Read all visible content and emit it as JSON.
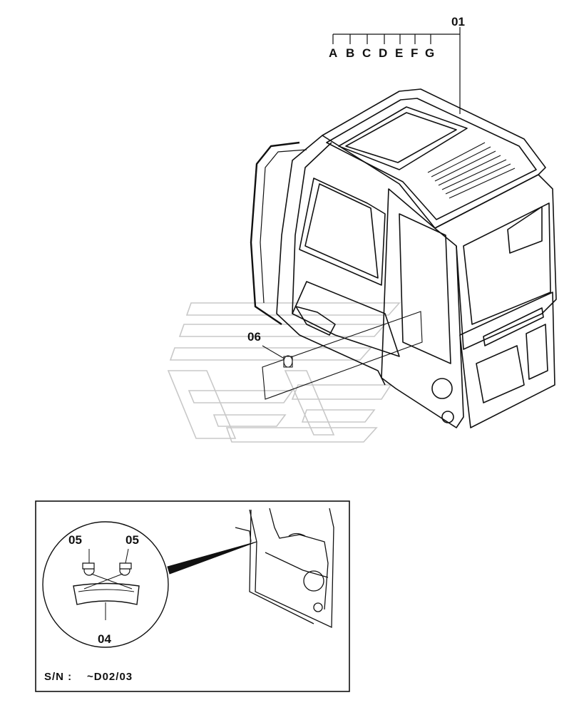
{
  "callouts": {
    "main_assembly": "01",
    "variants": [
      "A",
      "B",
      "C",
      "D",
      "E",
      "F",
      "G"
    ],
    "door_part": "06",
    "handle": "04",
    "bolt_left": "05",
    "bolt_right": "05"
  },
  "detail": {
    "serial_label": "S/N :",
    "serial_range": "~D02/03"
  }
}
